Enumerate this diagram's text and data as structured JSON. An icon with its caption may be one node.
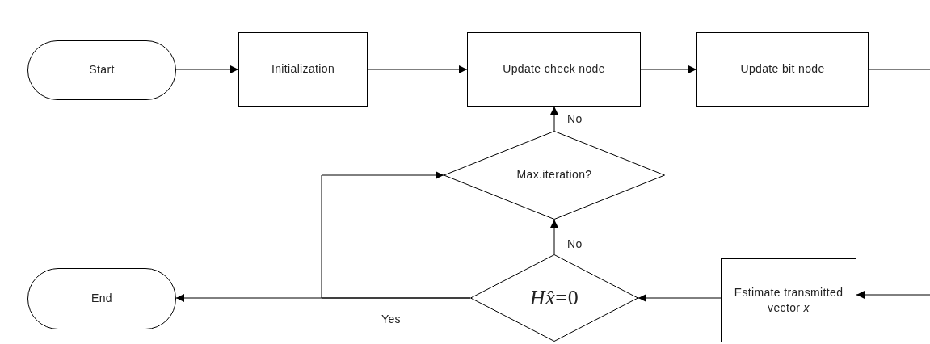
{
  "diagram": {
    "nodes": [
      {
        "text": [
          "Start"
        ]
      },
      {
        "text": [
          "Initialization"
        ]
      },
      {
        "text": [
          "Update check node"
        ]
      },
      {
        "text": [
          "Update bit node"
        ]
      },
      {
        "text": [
          "Max.iteration?"
        ]
      },
      {
        "text": [
          "End"
        ]
      },
      {
        "text": [
          "*Hx̂*=0"
        ]
      },
      {
        "text": [
          "Estimate transmitted vector *x*"
        ]
      }
    ],
    "edges": [
      {
        "from": 0,
        "to": 1,
        "arrow": "to"
      },
      {
        "from": 1,
        "to": 2,
        "arrow": "to"
      },
      {
        "from": 2,
        "to": 3,
        "arrow": "to"
      },
      {
        "from": 3,
        "to": null,
        "arrow": "none"
      },
      {
        "from": null,
        "to": 7,
        "arrow": "to"
      },
      {
        "from": 7,
        "to": 6,
        "arrow": "to"
      },
      {
        "from": 6,
        "to": 5,
        "arrow": "to",
        "label": "Yes"
      },
      {
        "from": 6,
        "to": 4,
        "arrow": "to"
      },
      {
        "from": 6,
        "to": 4,
        "arrow": "to",
        "label": "No"
      },
      {
        "from": 4,
        "to": 2,
        "arrow": "to",
        "label": "No"
      }
    ]
  }
}
